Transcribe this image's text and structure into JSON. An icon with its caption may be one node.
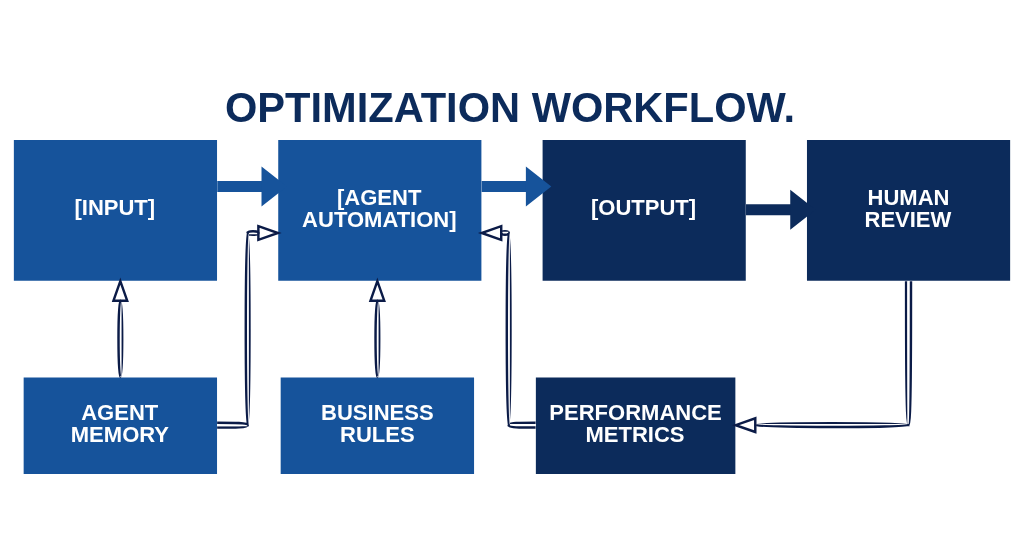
{
  "diagram": {
    "title": "OPTIMIZATION WORKFLOW.",
    "nodes": [
      {
        "text": [
          "[INPUT]"
        ]
      },
      {
        "text": [
          "[AGENT AUTOMATION]"
        ]
      },
      {
        "text": [
          "[OUTPUT]"
        ]
      },
      {
        "text": [
          "HUMAN REVIEW"
        ]
      },
      {
        "text": [
          "AGENT MEMORY"
        ]
      },
      {
        "text": [
          "BUSINESS RULES"
        ]
      },
      {
        "text": [
          "PERFORMANCE METRICS"
        ]
      }
    ],
    "edges": [
      {
        "from": 0,
        "to": 1,
        "arrow": "to",
        "style": "thick",
        "color": "#16539b"
      },
      {
        "from": 1,
        "to": 2,
        "arrow": "to",
        "style": "thick",
        "color": "#16539b"
      },
      {
        "from": 2,
        "to": 3,
        "arrow": "to",
        "style": "thick",
        "color": "#0c2b5b"
      },
      {
        "from": 3,
        "to": 6,
        "arrow": "to"
      },
      {
        "from": 4,
        "to": 0,
        "arrow": "to"
      },
      {
        "from": 4,
        "to": 1,
        "arrow": "to"
      },
      {
        "from": 5,
        "to": 1,
        "arrow": "to"
      },
      {
        "from": 6,
        "to": 1,
        "arrow": "to"
      }
    ]
  }
}
